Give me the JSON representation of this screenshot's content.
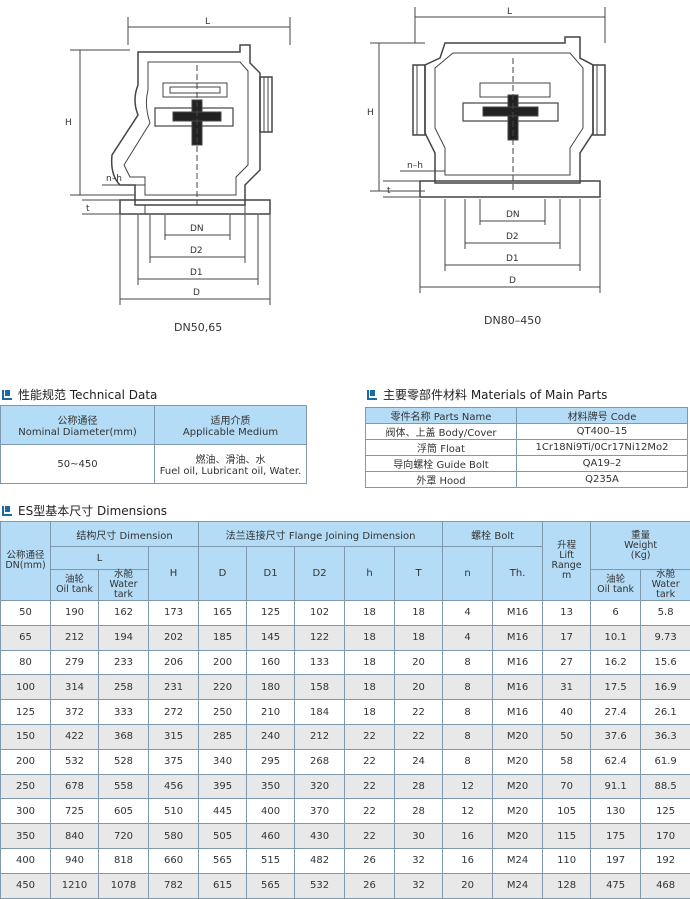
{
  "drawings": {
    "left": {
      "caption": "DN50,65",
      "labels": {
        "L": "L",
        "H": "H",
        "nh": "n–h",
        "t": "t",
        "DN": "DN",
        "D2": "D2",
        "D1": "D1",
        "D": "D"
      }
    },
    "right": {
      "caption": "DN80–450",
      "labels": {
        "L": "L",
        "H": "H",
        "nh": "n–h",
        "t": "t",
        "DN": "DN",
        "D2": "D2",
        "D1": "D1",
        "D": "D"
      }
    }
  },
  "tech": {
    "title": "性能规范 Technical  Data",
    "col1_header_cn": "公称通径",
    "col1_header_en": "Nominal Diameter(mm)",
    "col2_header_cn": "适用介质",
    "col2_header_en": "Applicable Medium",
    "value1": "50~450",
    "value2_cn": "燃油、滑油、水",
    "value2_en": "Fuel oil,  Lubricant oil,  Water."
  },
  "materials": {
    "title": "主要零部件材料 Materials of Main Parts",
    "header": [
      "零件名称 Parts Name",
      "材料牌号 Code"
    ],
    "rows": [
      [
        "阀体、上盖 Body/Cover",
        "QT400–15"
      ],
      [
        "浮筒 Float",
        "1Cr18Ni9Ti/0Cr17Ni12Mo2"
      ],
      [
        "导向螺栓 Guide Bolt",
        "QA19–2"
      ],
      [
        "外罩 Hood",
        "Q235A"
      ]
    ]
  },
  "dimensions": {
    "title": "ES型基本尺寸 Dimensions",
    "headers": {
      "dn": "公称通径\nDN(mm)",
      "struct": "结构尺寸 Dimension",
      "L": "L",
      "oil": "油轮\nOil tank",
      "water": "水舱\nWater tark",
      "H": "H",
      "flange": "法兰连接尺寸 Flange Joining Dimension",
      "D": "D",
      "D1": "D1",
      "D2": "D2",
      "h": "h",
      "T": "T",
      "bolt": "螺栓 Bolt",
      "n": "n",
      "Th": "Th.",
      "lift": "升程\nLift Range\nm",
      "weight": "重量\nWeight\n(Kg)",
      "w_oil": "油轮\nOil tank",
      "w_water": "水舱\nWater tark"
    },
    "rows": [
      [
        "50",
        "190",
        "162",
        "173",
        "165",
        "125",
        "102",
        "18",
        "18",
        "4",
        "M16",
        "13",
        "6",
        "5.8"
      ],
      [
        "65",
        "212",
        "194",
        "202",
        "185",
        "145",
        "122",
        "18",
        "18",
        "4",
        "M16",
        "17",
        "10.1",
        "9.73"
      ],
      [
        "80",
        "279",
        "233",
        "206",
        "200",
        "160",
        "133",
        "18",
        "20",
        "8",
        "M16",
        "27",
        "16.2",
        "15.6"
      ],
      [
        "100",
        "314",
        "258",
        "231",
        "220",
        "180",
        "158",
        "18",
        "20",
        "8",
        "M16",
        "31",
        "17.5",
        "16.9"
      ],
      [
        "125",
        "372",
        "333",
        "272",
        "250",
        "210",
        "184",
        "18",
        "22",
        "8",
        "M16",
        "40",
        "27.4",
        "26.1"
      ],
      [
        "150",
        "422",
        "368",
        "315",
        "285",
        "240",
        "212",
        "22",
        "22",
        "8",
        "M20",
        "50",
        "37.6",
        "36.3"
      ],
      [
        "200",
        "532",
        "528",
        "375",
        "340",
        "295",
        "268",
        "22",
        "24",
        "8",
        "M20",
        "58",
        "62.4",
        "61.9"
      ],
      [
        "250",
        "678",
        "558",
        "456",
        "395",
        "350",
        "320",
        "22",
        "28",
        "12",
        "M20",
        "70",
        "91.1",
        "88.5"
      ],
      [
        "300",
        "725",
        "605",
        "510",
        "445",
        "400",
        "370",
        "22",
        "28",
        "12",
        "M20",
        "105",
        "130",
        "125"
      ],
      [
        "350",
        "840",
        "720",
        "580",
        "505",
        "460",
        "430",
        "22",
        "30",
        "16",
        "M20",
        "115",
        "175",
        "170"
      ],
      [
        "400",
        "940",
        "818",
        "660",
        "565",
        "515",
        "482",
        "26",
        "32",
        "16",
        "M24",
        "110",
        "197",
        "192"
      ],
      [
        "450",
        "1210",
        "1078",
        "782",
        "615",
        "565",
        "532",
        "26",
        "32",
        "20",
        "M24",
        "128",
        "475",
        "468"
      ]
    ]
  }
}
